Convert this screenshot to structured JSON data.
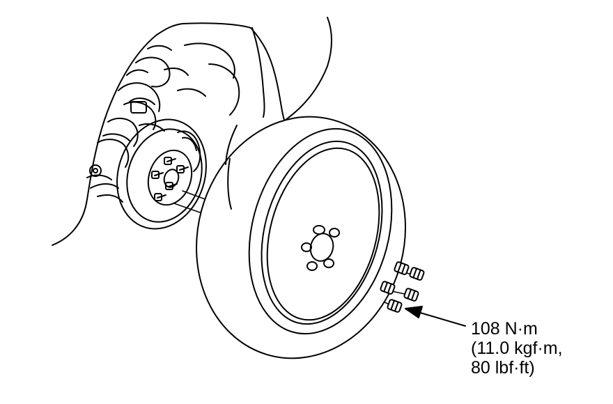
{
  "torque_callout": {
    "line1": "108 N·m",
    "line2": "(11.0 kgf·m,",
    "line3": "80 lbf·ft)"
  },
  "colors": {
    "line": "#000000",
    "background": "#ffffff"
  }
}
